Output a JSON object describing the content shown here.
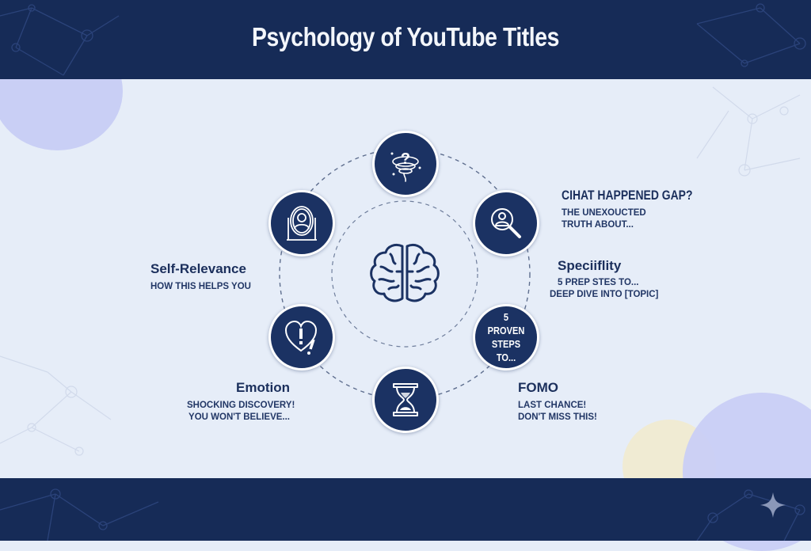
{
  "header": {
    "title": "Psychology of YouTube Titles"
  },
  "center": {
    "icon": "brain-icon"
  },
  "nodes": [
    {
      "id": "curiosity",
      "icon": "question-tornado-icon"
    },
    {
      "id": "curiosity-gap",
      "icon": "person-magnifier-icon"
    },
    {
      "id": "specificity",
      "icon_text": "5 PROVEN STEPS TO..."
    },
    {
      "id": "fomo",
      "icon": "hourglass-icon"
    },
    {
      "id": "emotion",
      "icon": "heart-exclamation-icon"
    },
    {
      "id": "self-relevance",
      "icon": "mirror-person-icon"
    }
  ],
  "labels": {
    "curiosity_gap": {
      "title": "CIHAT HAPPENED GAP?",
      "lines": [
        "THE UNEXOUCTED",
        "TRUTH ABOUT..."
      ]
    },
    "specificity": {
      "title": "Speciiflity",
      "lines": [
        "5 PREP STES TO...",
        "DEEP DIVE INTO [TOPIC]"
      ]
    },
    "fomo": {
      "title": "FOMO",
      "lines": [
        "LAST CHANCE!",
        "DON'T MISS THIS!"
      ]
    },
    "emotion": {
      "title": "Emotion",
      "lines": [
        "SHOCKING DISCOVERY!",
        "YOU WON'T BELIEVE..."
      ]
    },
    "self_relevance": {
      "title": "Self-Relevance",
      "lines": [
        "HOW THIS HELPS YOU"
      ]
    }
  },
  "colors": {
    "navy": "#162b57",
    "node": "#1b3263",
    "background": "#e6edf8",
    "lavender": "#c9cff5",
    "cream": "#f0ebd3"
  },
  "footer": {
    "icon": "sparkle-icon"
  }
}
